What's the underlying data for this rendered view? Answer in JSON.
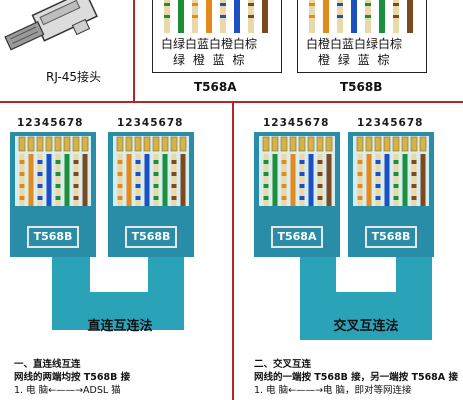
{
  "top": {
    "rj45_label": "RJ-45接头",
    "t568a": {
      "std": "T568A",
      "row1": "白绿白蓝白橙白棕",
      "row2": "绿 橙 蓝 棕",
      "wires": [
        "#e9d9a8",
        "#1c8f3a",
        "#e9d9a8",
        "#e48a1a",
        "#e9d9a8",
        "#1b4fc2",
        "#e9d9a8",
        "#7b4a1f"
      ]
    },
    "t568b": {
      "std": "T568B",
      "row1": "白橙白蓝白绿白棕",
      "row2": "橙 绿 蓝 棕",
      "wires": [
        "#e9d9a8",
        "#e48a1a",
        "#e9d9a8",
        "#1b4fc2",
        "#e9d9a8",
        "#1c8f3a",
        "#e9d9a8",
        "#7b4a1f"
      ]
    }
  },
  "pins": "12345678",
  "left": {
    "connectors": [
      "T568B",
      "T568B"
    ],
    "method": "直连互连法",
    "desc": {
      "title": "一、直连线互连",
      "line1": "网线的两端均按 T568B 接",
      "line2": "1. 电   脑←——→ADSL 猫"
    }
  },
  "right": {
    "connectors": [
      "T568A",
      "T568B"
    ],
    "method": "交叉互连法",
    "desc": {
      "title": "二、交叉互连",
      "line1": "网线的一端按 T568B 接，另一端按 T568A 接",
      "line2": "1. 电   脑←——→电   脑，即对等网连接"
    }
  },
  "colors": {
    "connector_body": "#2a8da8",
    "cable": "#2aa3b8",
    "divider": "#b3262a"
  }
}
